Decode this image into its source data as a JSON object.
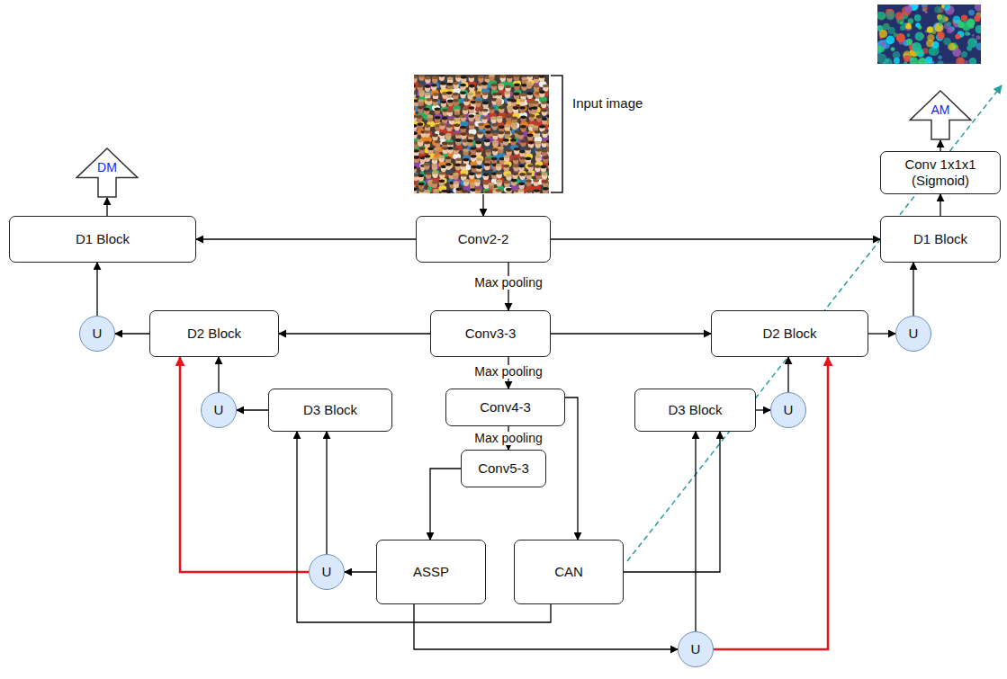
{
  "diagram": {
    "nodes": [
      {
        "text": [
          "AM"
        ]
      },
      {
        "text": [
          "Conv 1x1x1 (Sigmoid)"
        ]
      },
      {
        "text": [
          "DM"
        ]
      },
      {
        "text": [
          "D1 Block"
        ]
      },
      {
        "text": [
          "Conv2-2"
        ]
      },
      {
        "text": [
          "D1 Block"
        ]
      },
      {
        "text": [
          "U"
        ]
      },
      {
        "text": [
          "D2 Block"
        ]
      },
      {
        "text": [
          "Conv3-3"
        ]
      },
      {
        "text": [
          "D2 Block"
        ]
      },
      {
        "text": [
          "U"
        ]
      },
      {
        "text": [
          "U"
        ]
      },
      {
        "text": [
          "D3 Block"
        ]
      },
      {
        "text": [
          "Conv4-3"
        ]
      },
      {
        "text": [
          "D3 Block"
        ]
      },
      {
        "text": [
          "U"
        ]
      },
      {
        "text": [
          "Conv5-3"
        ]
      },
      {
        "text": [
          "U"
        ]
      },
      {
        "text": [
          "ASSP"
        ]
      },
      {
        "text": [
          "CAN"
        ]
      },
      {
        "text": [
          "U"
        ]
      }
    ],
    "edges": [
      {
        "from": 4,
        "to": 3,
        "arrow": "to"
      },
      {
        "from": 4,
        "to": 5,
        "arrow": "to"
      },
      {
        "from": 4,
        "to": 8,
        "label": "Max pooling",
        "arrow": "to"
      },
      {
        "from": 8,
        "to": 7,
        "arrow": "to"
      },
      {
        "from": 8,
        "to": 9,
        "arrow": "to"
      },
      {
        "from": 8,
        "to": 13,
        "label": "Max pooling",
        "arrow": "to"
      },
      {
        "from": 13,
        "to": 16,
        "label": "Max pooling",
        "arrow": "to"
      },
      {
        "from": 13,
        "to": 19,
        "arrow": "to"
      },
      {
        "from": 16,
        "to": 18,
        "arrow": "to"
      },
      {
        "from": 18,
        "to": 17,
        "arrow": "to"
      },
      {
        "from": 17,
        "to": 7,
        "arrow": "to"
      },
      {
        "from": 17,
        "to": 12,
        "arrow": "to"
      },
      {
        "from": 19,
        "to": 12,
        "arrow": "to"
      },
      {
        "from": 18,
        "to": 20,
        "arrow": "to"
      },
      {
        "from": 19,
        "to": 14,
        "arrow": "to"
      },
      {
        "from": 20,
        "to": 14,
        "arrow": "to"
      },
      {
        "from": 20,
        "to": 9,
        "arrow": "to"
      },
      {
        "from": 12,
        "to": 11,
        "arrow": "to"
      },
      {
        "from": 11,
        "to": 7,
        "arrow": "to"
      },
      {
        "from": 7,
        "to": 6,
        "arrow": "to"
      },
      {
        "from": 6,
        "to": 3,
        "arrow": "to"
      },
      {
        "from": 3,
        "to": 2,
        "arrow": "to"
      },
      {
        "from": 14,
        "to": 15,
        "arrow": "to"
      },
      {
        "from": 15,
        "to": 9,
        "arrow": "to"
      },
      {
        "from": 9,
        "to": 10,
        "arrow": "to"
      },
      {
        "from": 10,
        "to": 5,
        "arrow": "to"
      },
      {
        "from": 5,
        "to": 1,
        "arrow": "to"
      },
      {
        "from": 1,
        "to": 0,
        "arrow": "to"
      }
    ],
    "labels": [
      "Input image"
    ]
  }
}
